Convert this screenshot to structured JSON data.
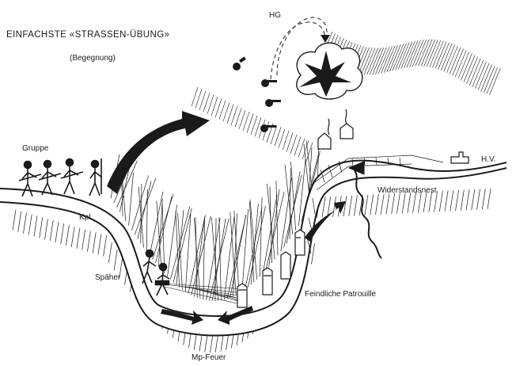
{
  "diagram": {
    "title": "EINFACHSTE «STRASSEN-ÜBUNG»",
    "subtitle": "(Begegnung)",
    "labels": {
      "hg": "HG",
      "gruppe": "Gruppe",
      "kpl": "Kpl.",
      "spaeher": "Späher",
      "mp_feuer": "Mp-Feuer",
      "feindliche_patrouille": "Feindliche Patrouille",
      "widerstandsnest": "Widerstandsnest",
      "hv": "H.V."
    },
    "colors": {
      "ink": "#1a1a1a",
      "paper": "#ffffff"
    }
  }
}
